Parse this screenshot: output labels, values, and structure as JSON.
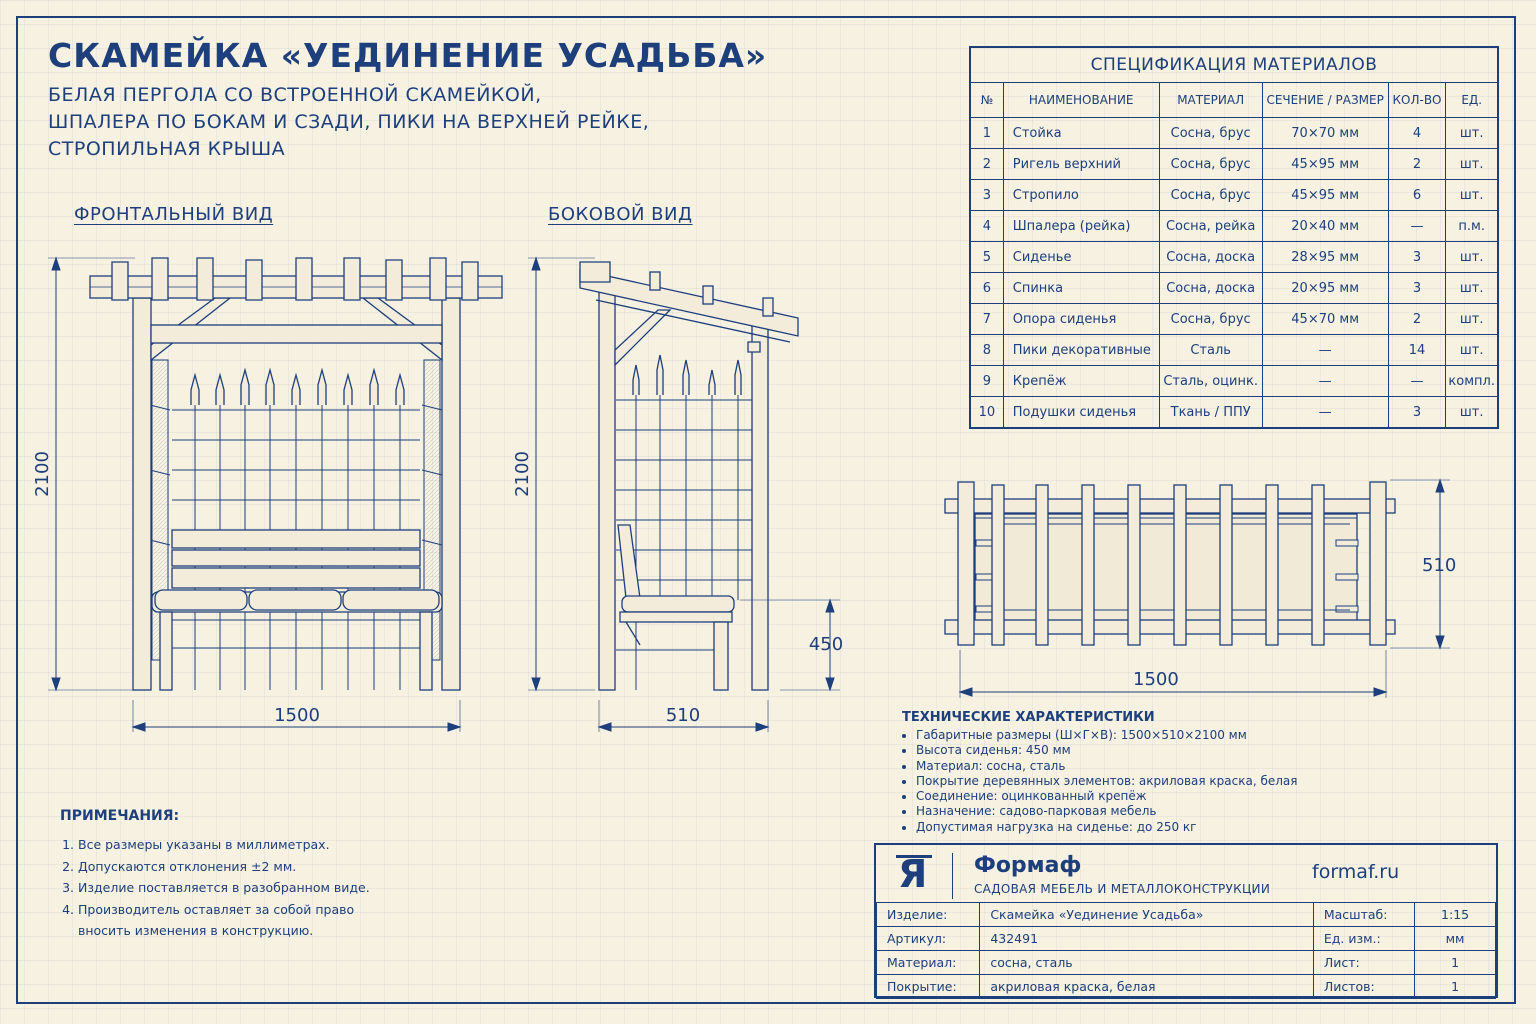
{
  "title": "СКАМЕЙКА «УЕДИНЕНИЕ УСАДЬБА»",
  "subtitle_lines": [
    "БЕЛАЯ ПЕРГОЛА СО ВСТРОЕННОЙ СКАМЕЙКОЙ,",
    "ШПАЛЕРА ПО БОКАМ И СЗАДИ, ПИКИ НА ВЕРХНЕЙ РЕЙКЕ,",
    "СТРОПИЛЬНАЯ КРЫША"
  ],
  "views": {
    "front": {
      "label": "ФРОНТАЛЬНЫЙ ВИД",
      "width_dim": "1500",
      "height_dim": "2100"
    },
    "side": {
      "label": "БОКОВОЙ ВИД",
      "width_dim": "510",
      "height_dim": "2100",
      "seat_dim": "450"
    },
    "top": {
      "width_dim": "1500",
      "depth_dim": "510"
    }
  },
  "spec": {
    "caption": "СПЕЦИФИКАЦИЯ МАТЕРИАЛОВ",
    "headers": [
      "№",
      "НАИМЕНОВАНИЕ",
      "МАТЕРИАЛ",
      "СЕЧЕНИЕ / РАЗМЕР",
      "КОЛ-ВО",
      "ЕД."
    ],
    "rows": [
      [
        "1",
        "Стойка",
        "Сосна, брус",
        "70×70 мм",
        "4",
        "шт."
      ],
      [
        "2",
        "Ригель верхний",
        "Сосна, брус",
        "45×95 мм",
        "2",
        "шт."
      ],
      [
        "3",
        "Стропило",
        "Сосна, брус",
        "45×95 мм",
        "6",
        "шт."
      ],
      [
        "4",
        "Шпалера (рейка)",
        "Сосна, рейка",
        "20×40 мм",
        "—",
        "п.м."
      ],
      [
        "5",
        "Сиденье",
        "Сосна, доска",
        "28×95 мм",
        "3",
        "шт."
      ],
      [
        "6",
        "Спинка",
        "Сосна, доска",
        "20×95 мм",
        "3",
        "шт."
      ],
      [
        "7",
        "Опора сиденья",
        "Сосна, брус",
        "45×70 мм",
        "2",
        "шт."
      ],
      [
        "8",
        "Пики декоративные",
        "Сталь",
        "—",
        "14",
        "шт."
      ],
      [
        "9",
        "Крепёж",
        "Сталь, оцинк.",
        "—",
        "—",
        "компл."
      ],
      [
        "10",
        "Подушки сиденья",
        "Ткань / ППУ",
        "—",
        "3",
        "шт."
      ]
    ]
  },
  "tech": {
    "heading": "ТЕХНИЧЕСКИЕ ХАРАКТЕРИСТИКИ",
    "items": [
      "Габаритные размеры (Ш×Г×В): 1500×510×2100 мм",
      "Высота сиденья: 450 мм",
      "Материал: сосна, сталь",
      "Покрытие деревянных элементов: акриловая краска, белая",
      "Соединение: оцинкованный крепёж",
      "Назначение: садово-парковая мебель",
      "Допустимая нагрузка на сиденье: до 250 кг"
    ]
  },
  "notes": {
    "heading": "ПРИМЕЧАНИЯ:",
    "items": [
      "Все размеры указаны в миллиметрах.",
      "Допускаются отклонения ±2 мм.",
      "Изделие поставляется в разобранном виде.",
      "Производитель оставляет за собой право вносить изменения в конструкцию."
    ]
  },
  "titleblock": {
    "logo_glyph": "Я",
    "brand": "Формаф",
    "tagline": "САДОВАЯ МЕБЕЛЬ И МЕТАЛЛОКОНСТРУКЦИИ",
    "url": "formaf.ru",
    "rows": [
      {
        "label": "Изделие:",
        "value": "Скамейка «Уединение Усадьба»",
        "label2": "Масштаб:",
        "value2": "1:15"
      },
      {
        "label": "Артикул:",
        "value": "432491",
        "label2": "Ед. изм.:",
        "value2": "мм"
      },
      {
        "label": "Материал:",
        "value": "сосна, сталь",
        "label2": "Лист:",
        "value2": "1"
      },
      {
        "label": "Покрытие:",
        "value": "акриловая краска, белая",
        "label2": "Листов:",
        "value2": "1"
      }
    ]
  },
  "colors": {
    "ink": "#1d3f7c",
    "paper": "#f7f1e1"
  }
}
